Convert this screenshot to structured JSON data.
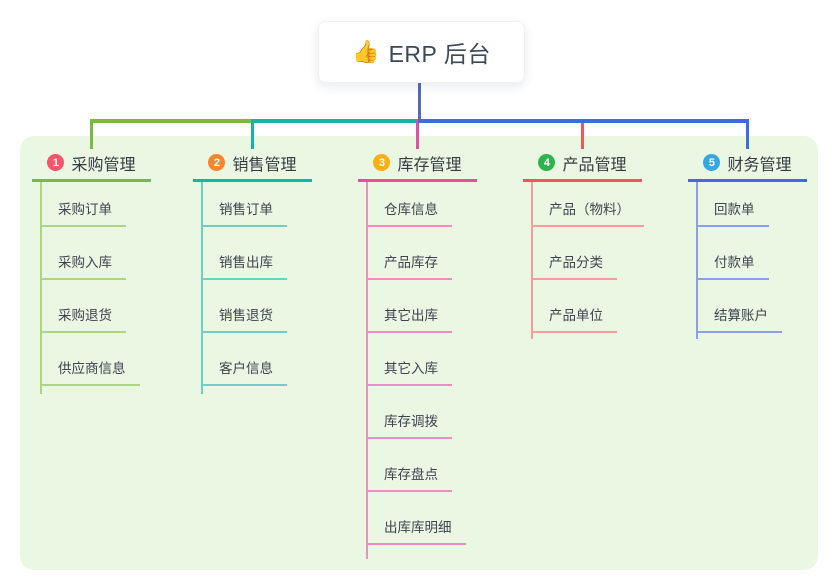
{
  "root": {
    "icon": "👍",
    "label": "ERP 后台"
  },
  "colors": {
    "panel_bg": "#eaf7e3",
    "root_stub": "#5766c2",
    "background": "#ffffff"
  },
  "branches": [
    {
      "badge": "1",
      "title": "采购管理",
      "badge_color": "#f3566b",
      "line_color": "#7db843",
      "child_line_color": "#aed581",
      "children": [
        "采购订单",
        "采购入库",
        "采购退货",
        "供应商信息"
      ]
    },
    {
      "badge": "2",
      "title": "销售管理",
      "badge_color": "#f8862e",
      "line_color": "#17b3ab",
      "child_line_color": "#6fcfc8",
      "children": [
        "销售订单",
        "销售出库",
        "销售退货",
        "客户信息"
      ]
    },
    {
      "badge": "3",
      "title": "库存管理",
      "badge_color": "#fbaf12",
      "line_color": "#e0529f",
      "child_line_color": "#ee8ec4",
      "children": [
        "仓库信息",
        "产品库存",
        "其它出库",
        "其它入库",
        "库存调拨",
        "库存盘点",
        "出库库明细"
      ]
    },
    {
      "badge": "4",
      "title": "产品管理",
      "badge_color": "#2eb44d",
      "line_color": "#f4555c",
      "child_line_color": "#f79ba0",
      "children": [
        "产品（物料）",
        "产品分类",
        "产品单位"
      ]
    },
    {
      "badge": "5",
      "title": "财务管理",
      "badge_color": "#38a7de",
      "line_color": "#3e6cd8",
      "child_line_color": "#8d9de6",
      "children": [
        "回款单",
        "付款单",
        "结算账户"
      ]
    }
  ]
}
